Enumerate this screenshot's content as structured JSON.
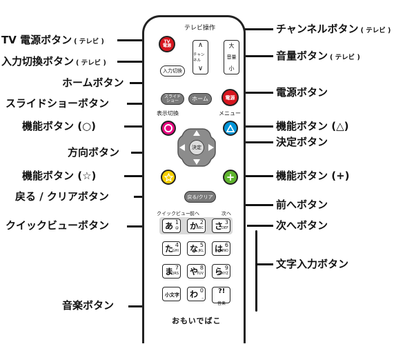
{
  "remote": {
    "tv_section_title": "テレビ操作",
    "tv_power": {
      "line1": "TV",
      "line2": "電源"
    },
    "input_switch": "入力切換",
    "channel_label": "チャンネル",
    "volume": {
      "top": "大",
      "mid": "音量",
      "bottom": "小"
    },
    "slideshow": {
      "line1": "スライド",
      "line2": "ショー"
    },
    "home": "ホーム",
    "power": "電源",
    "display_switch": "表示切換",
    "menu": "メニュー",
    "enter": "決定",
    "back_clear": "戻る/クリア",
    "quick_view": "クイックビュー",
    "prev": "前へ",
    "next": "次へ",
    "keys": [
      {
        "main": "あ",
        "sub": "1",
        "sub2": "@"
      },
      {
        "main": "か",
        "sub": "2",
        "sub2": "ABC"
      },
      {
        "main": "さ",
        "sub": "3",
        "sub2": "DEF"
      },
      {
        "main": "た",
        "sub": "4",
        "sub2": "GHI"
      },
      {
        "main": "な",
        "sub": "5",
        "sub2": "JKL"
      },
      {
        "main": "は",
        "sub": "6",
        "sub2": "MNO"
      },
      {
        "main": "ま",
        "sub": "7",
        "sub2": "PQRS"
      },
      {
        "main": "や",
        "sub": "8",
        "sub2": "TUV"
      },
      {
        "main": "ら",
        "sub": "9",
        "sub2": "WXYZ"
      },
      {
        "main": "小文字",
        "sub": "",
        "sub2": ""
      },
      {
        "main": "わ",
        "sub": "0",
        "sub2": "_"
      },
      {
        "main": "?!",
        "sub": "",
        "sub2": "音楽"
      }
    ],
    "brand": "おもいでばこ"
  },
  "labels": {
    "tv_power": {
      "text": "TV 電源ボタン",
      "note": "( テレビ )"
    },
    "input_switch": {
      "text": "入力切換ボタン",
      "note": "( テレビ )"
    },
    "home": {
      "text": "ホームボタン",
      "note": ""
    },
    "slideshow": {
      "text": "スライドショーボタン",
      "note": ""
    },
    "func_circle": {
      "text": "機能ボタン (○)",
      "note": ""
    },
    "direction": {
      "text": "方向ボタン",
      "note": ""
    },
    "func_star": {
      "text": "機能ボタン (☆)",
      "note": ""
    },
    "back_clear": {
      "text": "戻る / クリアボタン",
      "note": ""
    },
    "quick_view": {
      "text": "クイックビューボタン",
      "note": ""
    },
    "music": {
      "text": "音楽ボタン",
      "note": ""
    },
    "channel": {
      "text": "チャンネルボタン",
      "note": "( テレビ )"
    },
    "volume": {
      "text": "音量ボタン",
      "note": "( テレビ )"
    },
    "power": {
      "text": "電源ボタン",
      "note": ""
    },
    "func_triangle": {
      "text": "機能ボタン (△)",
      "note": ""
    },
    "enter": {
      "text": "決定ボタン",
      "note": ""
    },
    "func_plus": {
      "text": "機能ボタン (+)",
      "note": ""
    },
    "prev": {
      "text": "前へボタン",
      "note": ""
    },
    "next": {
      "text": "次へボタン",
      "note": ""
    },
    "text_input": {
      "text": "文字入力ボタン",
      "note": ""
    }
  },
  "colors": {
    "red": "#d7161f",
    "magenta": "#e5007e",
    "cyan": "#0095d9",
    "yellow": "#f5cf00",
    "green": "#5fb52e",
    "dpad": "#8c8c8c",
    "gray_button": "#7a7a7a",
    "group_bg": "#d9d9d9"
  }
}
